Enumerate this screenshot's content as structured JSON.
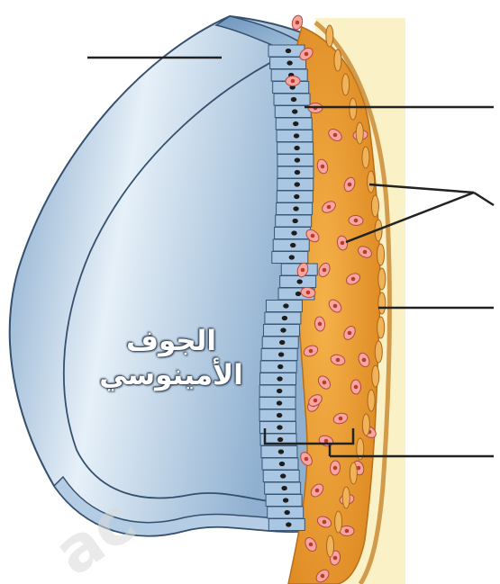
{
  "diagram": {
    "cavity_label": {
      "line1": "الجوف",
      "line2": "الأمينوسي"
    },
    "colors": {
      "amnion_blue": "#8fb2d2",
      "amnion_light": "#e3eef7",
      "ectoderm_cell": "#a9c6e2",
      "mesoderm_orange": "#f2a640",
      "cell_pink": "#f08a8a",
      "yolk_background": "#fbf1c6",
      "leader_lines": "#222222"
    },
    "leader_line_count": 6,
    "watermark_visible": true
  }
}
